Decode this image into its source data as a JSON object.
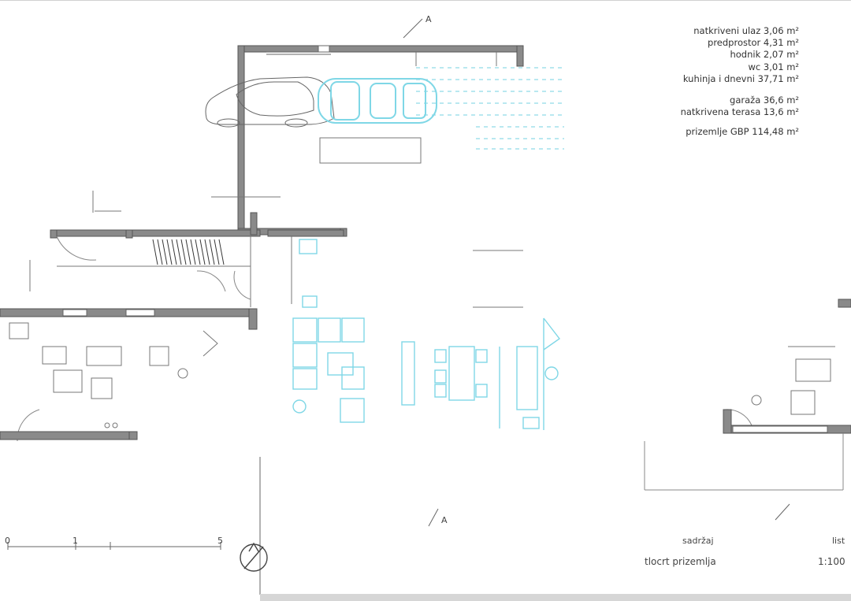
{
  "legend": [
    {
      "label": "natkriveni ulaz",
      "value": "3,06",
      "unit": "m²"
    },
    {
      "label": "predprostor",
      "value": "4,31",
      "unit": "m²"
    },
    {
      "label": "hodnik",
      "value": "2,07",
      "unit": "m²"
    },
    {
      "label": "wc",
      "value": "3,01",
      "unit": "m²"
    },
    {
      "label": "kuhinja i dnevni",
      "value": "37,71",
      "unit": "m²"
    },
    {
      "label": "garaža",
      "value": "36,6",
      "unit": "m²"
    },
    {
      "label": "natkrivena terasa",
      "value": "13,6",
      "unit": "m²"
    },
    {
      "label": "prizemlje GBP",
      "value": "114,48",
      "unit": "m²"
    }
  ],
  "labels": {
    "section_mark_top": "A",
    "section_mark_bottom": "A",
    "sheet_label": "sadržaj",
    "sheet_title": "tlocrt prizemlja",
    "sheet_right_label": "list",
    "scale": "1:100",
    "scale_bar_numbers": [
      "0",
      "1",
      "5"
    ]
  },
  "colors": {
    "walls": "#555555",
    "lines": "#666666",
    "fixtures": "#7fd7e6",
    "background": "#ffffff"
  }
}
